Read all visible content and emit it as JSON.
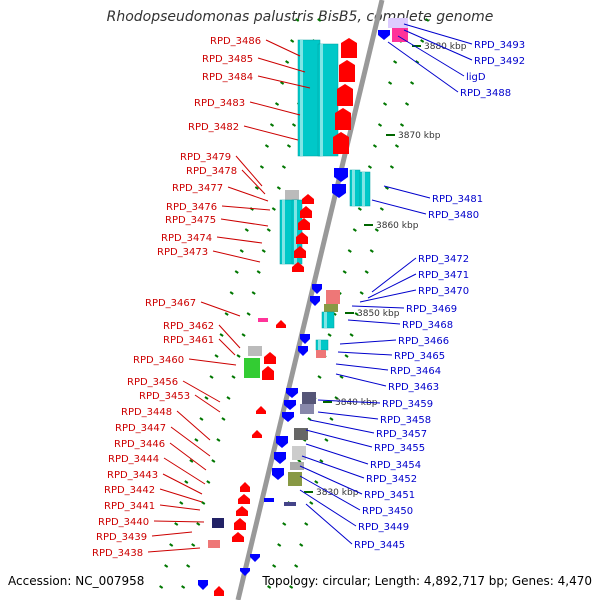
{
  "title": "Rhodopseudomonas palustris BisB5, complete genome",
  "footer": {
    "accession": "Accession: NC_007958",
    "summary": "Topology: circular; Length: 4,892,717 bp; Genes: 4,470"
  },
  "colors": {
    "forward_label": "#cc0000",
    "reverse_label": "#0000cc",
    "backbone": "#999999",
    "tick": "#007700",
    "cds_forward": "#ff0000",
    "cds_reverse": "#0000ff",
    "cyan": "#00c8c8",
    "gray": "#bbbbbb",
    "pink": "#ff3399",
    "green": "#33cc33",
    "olive": "#889944",
    "navy": "#222266",
    "salmon": "#ee7777"
  },
  "scale_labels": [
    {
      "text": "3880 kbp"
    },
    {
      "text": "3870 kbp"
    },
    {
      "text": "3860 kbp"
    },
    {
      "text": "3850 kbp"
    },
    {
      "text": "3840 kbp"
    },
    {
      "text": "3830 kbp"
    }
  ],
  "forward_labels": [
    "RPD_3486",
    "RPD_3485",
    "RPD_3484",
    "RPD_3483",
    "RPD_3482",
    "RPD_3479",
    "RPD_3478",
    "RPD_3477",
    "RPD_3476",
    "RPD_3475",
    "RPD_3474",
    "RPD_3473",
    "RPD_3467",
    "RPD_3462",
    "RPD_3461",
    "RPD_3460",
    "RPD_3456",
    "RPD_3453",
    "RPD_3448",
    "RPD_3447",
    "RPD_3446",
    "RPD_3444",
    "RPD_3443",
    "RPD_3442",
    "RPD_3441",
    "RPD_3440",
    "RPD_3439",
    "RPD_3438"
  ],
  "reverse_labels": [
    "RPD_3493",
    "RPD_3492",
    "ligD",
    "RPD_3488",
    "RPD_3481",
    "RPD_3480",
    "RPD_3472",
    "RPD_3471",
    "RPD_3470",
    "RPD_3469",
    "RPD_3468",
    "RPD_3466",
    "RPD_3465",
    "RPD_3464",
    "RPD_3463",
    "RPD_3459",
    "RPD_3458",
    "RPD_3457",
    "RPD_3455",
    "RPD_3454",
    "RPD_3452",
    "RPD_3451",
    "RPD_3450",
    "RPD_3449",
    "RPD_3445"
  ]
}
